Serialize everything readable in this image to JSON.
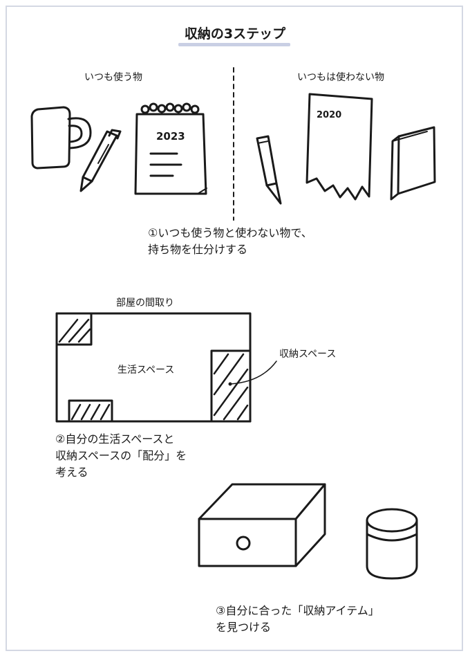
{
  "title": "収納の3ステップ",
  "step1": {
    "left_label": "いつも使う物",
    "right_label": "いつもは使わない物",
    "calendar_used": "2023",
    "calendar_unused": "2020",
    "caption_line1": "①いつも使う物と使わない物で、",
    "caption_line2": "持ち物を仕分けする"
  },
  "step2": {
    "floorplan_label": "部屋の間取り",
    "living_space_label": "生活スペース",
    "storage_space_label": "収納スペース",
    "caption_line1": "②自分の生活スペースと",
    "caption_line2": "収納スペースの「配分」を",
    "caption_line3": "考える"
  },
  "step3": {
    "caption_line1": "③自分に合った「収納アイテム」",
    "caption_line2": "を見つける"
  },
  "colors": {
    "frame": "#d4d8e3",
    "title_underline": "#c9cfe4",
    "ink": "#1a1a1a"
  }
}
